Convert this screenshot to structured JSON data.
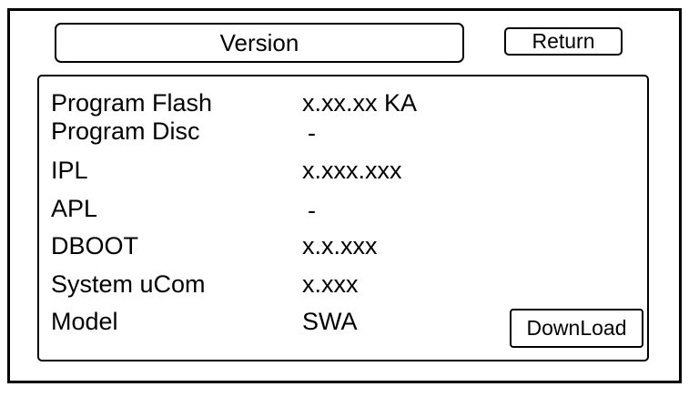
{
  "header": {
    "title": "Version",
    "return_label": "Return"
  },
  "rows": [
    {
      "label": "Program Flash",
      "value": "x.xx.xx KA"
    },
    {
      "label": "Program Disc",
      "value": "-"
    },
    {
      "label": "IPL",
      "value": "x.xxx.xxx"
    },
    {
      "label": "APL",
      "value": "-"
    },
    {
      "label": "DBOOT",
      "value": "x.x.xxx"
    },
    {
      "label": "System uCom",
      "value": "x.xxx"
    },
    {
      "label": "Model",
      "value": "SWA"
    }
  ],
  "actions": {
    "download_label": "DownLoad"
  }
}
